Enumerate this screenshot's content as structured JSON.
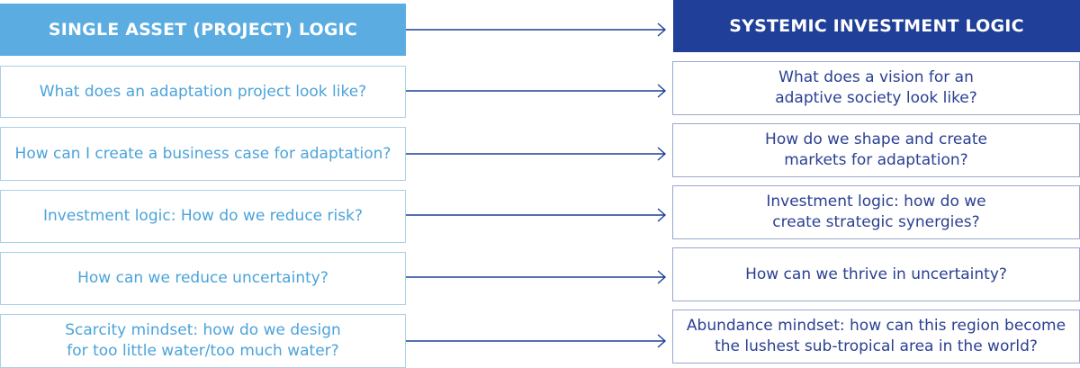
{
  "left_header": "SINGLE ASSET (PROJECT) LOGIC",
  "right_header": "SYSTEMIC INVESTMENT LOGIC",
  "rows": [
    {
      "left": "What does an adaptation project look like?",
      "right": "What does a vision for an\nadaptive society look like?"
    },
    {
      "left": "How can I create a business case for adaptation?",
      "right": "How do we shape and create\nmarkets for adaptation?"
    },
    {
      "left": "Investment logic: How do we reduce risk?",
      "right": "Investment logic: how do we\ncreate strategic synergies?"
    },
    {
      "left": "How can we reduce uncertainty?",
      "right": "How can we thrive in uncertainty?"
    },
    {
      "left": "Scarcity mindset: how do we design\nfor too little water/too much water?",
      "right": "Abundance mindset: how can this region become\nthe lushest sub-tropical area in the world?"
    }
  ],
  "colors": {
    "left_header_bg": "#5aace1",
    "right_header_bg": "#1f3f98",
    "left_text": "#4ba3da",
    "right_text": "#2a3f92",
    "arrow": "#1f3f98"
  }
}
